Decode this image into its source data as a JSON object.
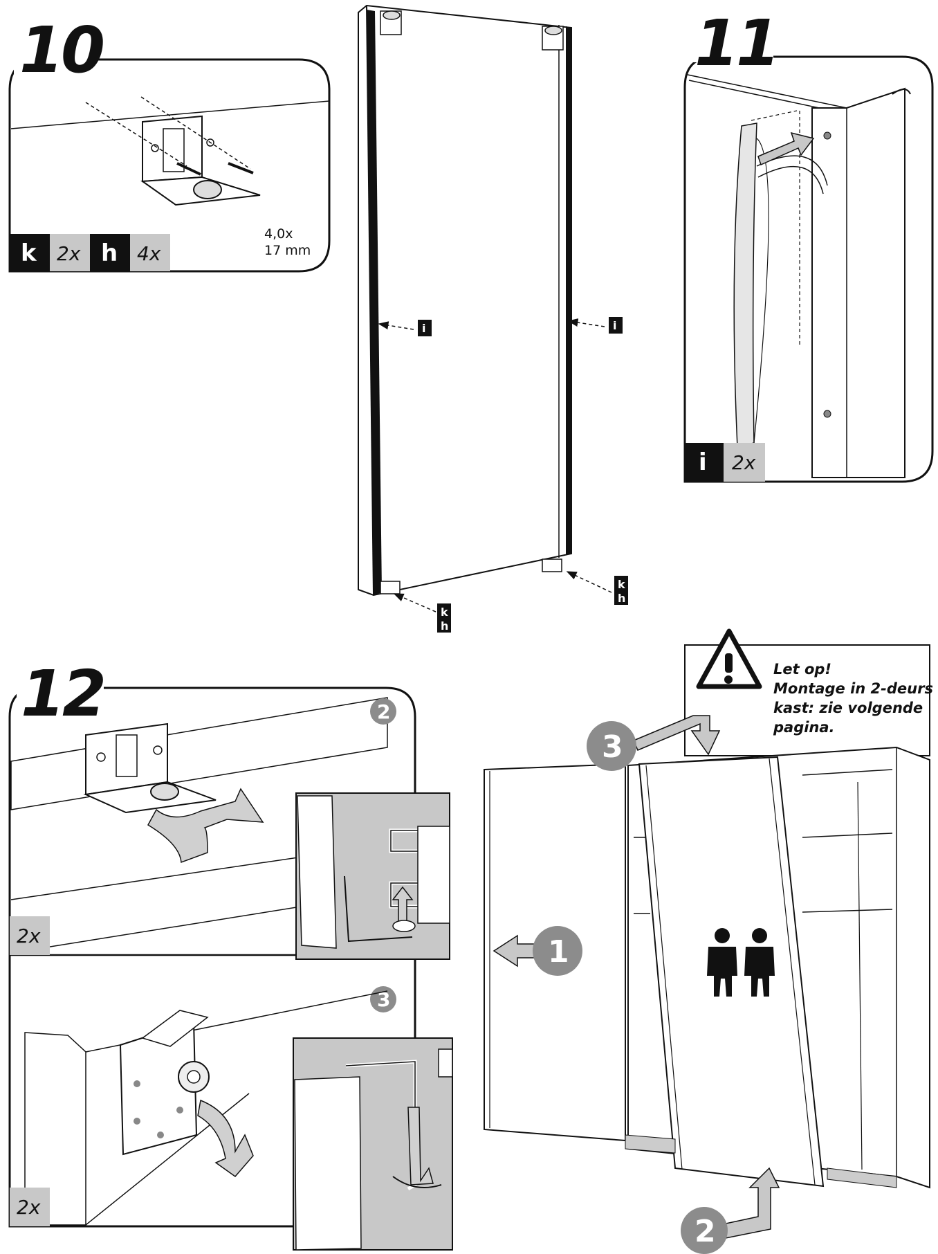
{
  "step10": {
    "number": "10",
    "parts": [
      {
        "letter": "k",
        "qty": "2x"
      },
      {
        "letter": "h",
        "qty": "4x"
      }
    ],
    "screw_size_line1": "4,0x",
    "screw_size_line2": "17 mm"
  },
  "door_panel": {
    "labels": [
      "i",
      "i"
    ],
    "tags_bottom": [
      {
        "top": "k",
        "bottom": "h"
      },
      {
        "top": "k",
        "bottom": "h"
      }
    ]
  },
  "step11": {
    "number": "11",
    "part_letter": "i",
    "part_qty": "2x"
  },
  "step12": {
    "number": "12",
    "sub_steps": [
      "2",
      "3"
    ],
    "qty_a": "2x",
    "qty_b": "2x"
  },
  "warning": {
    "line1": "Let op!",
    "line2": "Montage in 2-deurs",
    "line3": "kast: zie volgende",
    "line4": "pagina."
  },
  "wardrobe": {
    "steps": [
      "1",
      "2",
      "3"
    ],
    "icon": "two-persons-icon"
  },
  "colors": {
    "gray_panel": "#c8c8c8",
    "gray_circle": "#8c8c8c",
    "black": "#111111"
  }
}
